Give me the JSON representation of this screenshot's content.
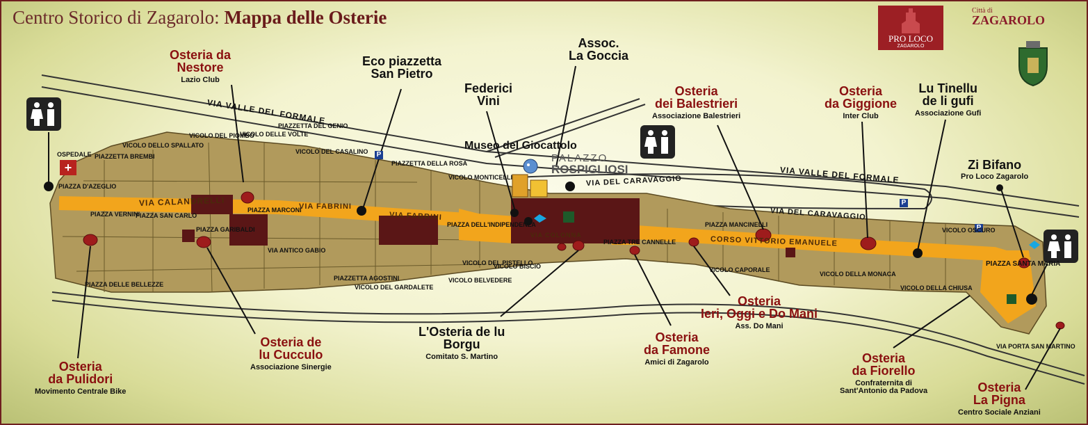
{
  "title": {
    "prefix": "Centro Storico di Zagarolo:",
    "main": "Mappa delle Osterie"
  },
  "logos": {
    "proloco_line1": "PRO LOCO",
    "proloco_line2": "ZAGAROLO",
    "citta_line1": "Città di",
    "citta_line2": "ZAGAROLO"
  },
  "museum": {
    "name": "Museo del Giocattolo",
    "palazzo_line1": "PALAZZO",
    "palazzo_line2": "ROSPIGLIOSI"
  },
  "streets": {
    "via_valle_formale_1": "VIA VALLE DEL FORMALE",
    "via_valle_formale_2": "VIA VALLE DEL FORMALE",
    "via_caravaggio_1": "VIA DEL CARAVAGGIO",
    "via_caravaggio_2": "VIA DEL CARAVAGGIO",
    "via_calandrelli": "VIA CALANDRELLI",
    "via_fabrini_1": "VIA FABRINI",
    "via_fabrini_2": "VIA FABRINI",
    "via_colonna": "VIA COLONNA",
    "corso": "CORSO VITTORIO EMANUELE"
  },
  "places": [
    "OSPEDALE",
    "PIAZZETTA BREMBI",
    "VICOLO DELLO SPALLATO",
    "VICOLO DEL PIOMBO",
    "VICOLO DELLE VOLTE",
    "PIAZZETTA DEL GENIO",
    "VICOLO DEL CASALINO",
    "PIAZZETTA DELLA ROSA",
    "VICOLO MONTICELLI",
    "PIAZZA D'AZEGLIO",
    "PIAZZA VERNINI",
    "PIAZZA SAN CARLO",
    "PIAZZA MARCONI",
    "PIAZZA GARIBALDI",
    "PIAZZA DELL'INDIPENDENZA",
    "PIAZZA TRE CANNELLE",
    "PIAZZA MANCINELLI",
    "PIAZZA SANTA MARIA",
    "VICOLO DELLA MONACA",
    "VICOLO DELLA CHIUSA",
    "VICOLO CAPORALE",
    "VICOLO OSCURO",
    "VIA ANTICO GABIO",
    "PIAZZA DELLE BELLEZZE",
    "VICOLO DEL GARDALETE",
    "VICOLO DEL PISTELLO",
    "VICOLO BELVEDERE",
    "VICOLO BISCIO",
    "PIAZZETTA AGOSTINI",
    "VIA PORTA SAN MARTINO"
  ],
  "labels": {
    "nestore": {
      "l1": "Osteria da",
      "l2": "Nestore",
      "sub": "Lazio Club"
    },
    "eco": {
      "l1": "Eco piazzetta",
      "l2": "San Pietro"
    },
    "goccia": {
      "l1": "Assoc.",
      "l2": "La Goccia"
    },
    "federici": {
      "l1": "Federici",
      "l2": "Vini"
    },
    "balestrieri": {
      "l1": "Osteria",
      "l2": "dei Balestrieri",
      "sub": "Associazione Balestrieri"
    },
    "giggione": {
      "l1": "Osteria",
      "l2": "da Giggione",
      "sub": "Inter Club"
    },
    "tinellu": {
      "l1": "Lu Tinellu",
      "l2": "de li gufi",
      "sub": "Associazione Gufi"
    },
    "bifano": {
      "l1": "Zi Bifano",
      "sub": "Pro Loco Zagarolo"
    },
    "cucculo": {
      "l1": "Osteria de",
      "l2": "lu Cucculo",
      "sub": "Associazione Sinergie"
    },
    "pulidori": {
      "l1": "Osteria",
      "l2": "da Pulidori",
      "sub": "Movimento Centrale Bike"
    },
    "borgu": {
      "l1": "L'Osteria de lu",
      "l2": "Borgu",
      "sub": "Comitato S. Martino"
    },
    "famone": {
      "l1": "Osteria",
      "l2": "da Famone",
      "sub": "Amici di Zagarolo"
    },
    "ieri": {
      "l1": "Osteria",
      "l2": "Ieri, Oggi e Do Mani",
      "sub": "Ass. Do Mani"
    },
    "fiorello": {
      "l1": "Osteria",
      "l2": "da Fiorello",
      "sub": "Confraternita di",
      "sub2": "Sant'Antonio da Padova"
    },
    "pigna": {
      "l1": "Osteria",
      "l2": "La Pigna",
      "sub": "Centro Sociale Anziani"
    }
  },
  "parking": "P",
  "colors": {
    "town": "#b19a5c",
    "road": "#f2a51c",
    "osteria": "#9e1c1c",
    "title": "#6b2a2a",
    "building": "#5a1616"
  }
}
